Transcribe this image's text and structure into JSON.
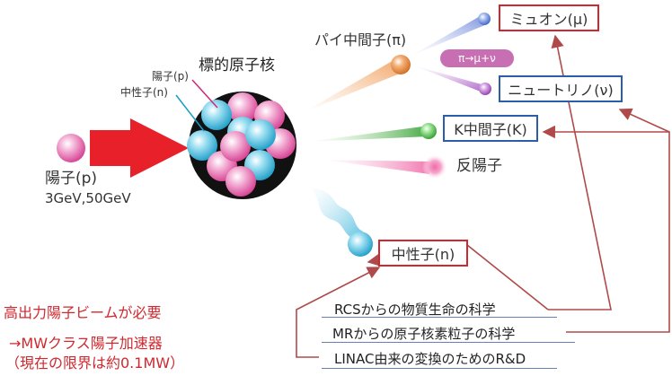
{
  "colors": {
    "red_accent": "#d0282e",
    "blue_accent": "#2a5ea8",
    "proton_pink": "#e45aa5",
    "neutron_cyan": "#2fb5d8",
    "arrow_red": "#e8202a",
    "arrow_dark_red": "#b04a4a",
    "pill_purple": "#c86fb4",
    "nucleus_dark": "#111111"
  },
  "incoming": {
    "label": "陽子(p)",
    "energy": "3GeV,50GeV"
  },
  "nucleus": {
    "title": "標的原子核",
    "proton_tag": "陽子(p)",
    "neutron_tag": "中性子(n)"
  },
  "particles": {
    "pion": "パイ中間子(π)",
    "muon": "ミュオン(μ)",
    "neutrino": "ニュートリノ(ν)",
    "decay": "π→μ+ν",
    "kaon": "K中間子(K)",
    "antiproton": "反陽子",
    "neutron": "中性子(n)"
  },
  "requirements": {
    "line1": "高出力陽子ビームが必要",
    "line2": "→MWクラス陽子加速器",
    "line3": "（現在の限界は約0.1MW）"
  },
  "science": {
    "rcs": "RCSからの物質生命の科学",
    "mr": "MRからの原子核素粒子の科学",
    "linac": "LINAC由来の変換のためのR&D"
  }
}
